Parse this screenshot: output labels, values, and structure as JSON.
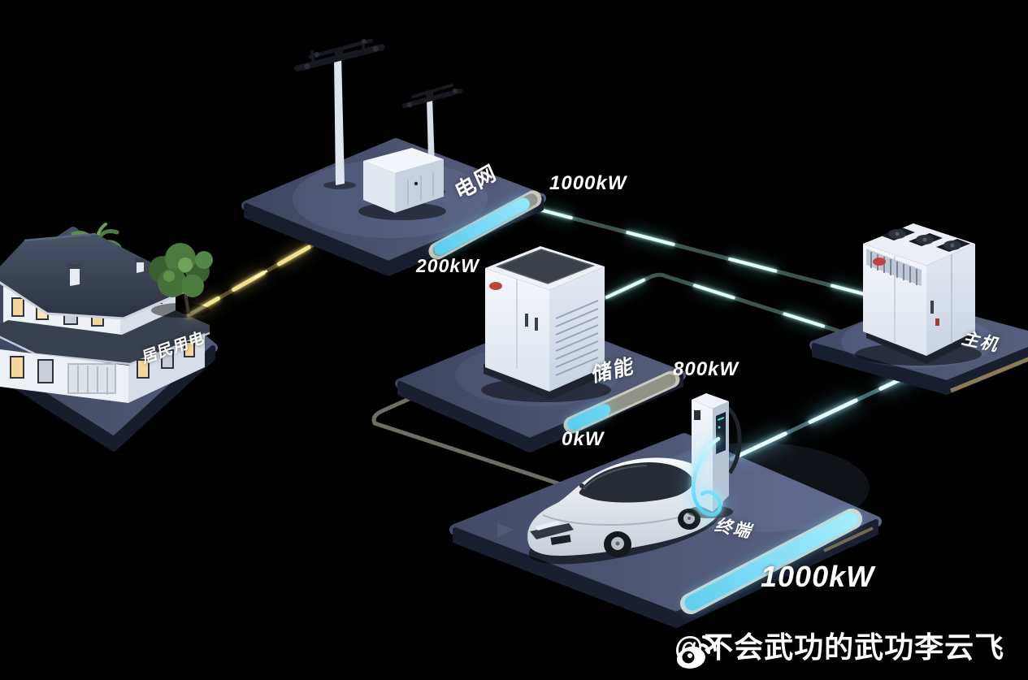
{
  "nodes": {
    "grid": {
      "label": "电网"
    },
    "residential": {
      "label": "居民用电"
    },
    "storage": {
      "label": "储能"
    },
    "host": {
      "label": "主机"
    },
    "terminal": {
      "label": "终端"
    }
  },
  "meters": {
    "grid": {
      "start_label": "200kW",
      "end_label": "1000kW",
      "fill_percent": 93
    },
    "storage": {
      "start_label": "0kW",
      "end_label": "800kW",
      "fill_percent": 32
    },
    "terminal": {
      "power_label": "1000kW",
      "fill_percent": 100
    }
  },
  "flows": [
    {
      "name": "residential-feed",
      "between": [
        "电网",
        "居民用电"
      ],
      "style": "yellow-glow"
    },
    {
      "name": "grid-to-host",
      "between": [
        "电网",
        "主机"
      ],
      "style": "teal-glow"
    },
    {
      "name": "storage-to-host",
      "between": [
        "储能",
        "主机"
      ],
      "style": "teal-glow"
    },
    {
      "name": "host-to-terminal",
      "between": [
        "主机",
        "终端"
      ],
      "style": "bright-cyan-glow"
    },
    {
      "name": "storage-to-terminal",
      "between": [
        "储能",
        "终端"
      ],
      "style": "idle-gray"
    }
  ],
  "colors": {
    "background": "#000000",
    "bar_fill": "#6fd4f2",
    "bar_track": "#8f9287",
    "bar_rim": "#d8d4c6",
    "flow_teal": "#dcfdf4",
    "flow_yellow": "#efe48d",
    "flow_bright_cyan": "#c8f6ff",
    "idle_cable": "#6e6e66",
    "platform_top": "#4a5169",
    "platform_side": "#1a1f30"
  },
  "watermark": {
    "handle": "@不会武功的武功李云飞",
    "icon": "weibo-icon"
  }
}
